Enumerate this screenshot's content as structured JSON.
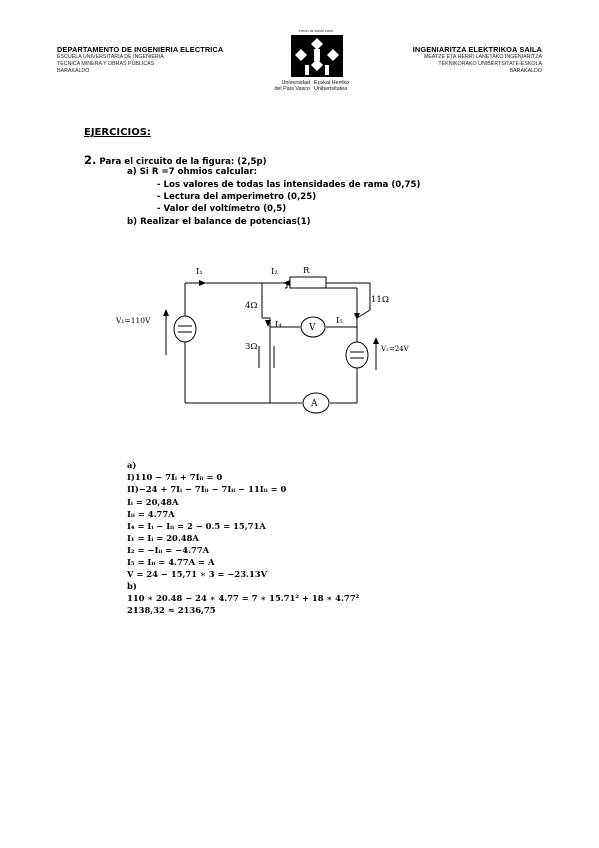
{
  "header": {
    "left": {
      "title": "DEPARTAMENTO DE INGENIERIA ELECTRICA",
      "lines": [
        "ESCUELA UNIVERSITARIA DE INGENIERIA",
        "TECNICA MINERA Y OBRAS PÚBLICAS",
        "BARAKALDO"
      ]
    },
    "logo": {
      "motto": "eman ta zabal zazu",
      "left_caption": [
        "Universidad",
        "del País Vasco"
      ],
      "right_caption": [
        "Euskal Herriko",
        "Unibertsitatea"
      ]
    },
    "right": {
      "title": "INGENIARITZA ELEKTRIKOA SAILA",
      "lines": [
        "MEATZE ETA HERRI LANETAKO INGENIARITZA",
        "TEKNIKORAKO UNIBERTSITATE-ESKOLA",
        "BARAKALDO"
      ]
    }
  },
  "section_title": "EJERCICIOS:",
  "question": {
    "number": "2.",
    "text": "Para el circuito de la figura: (2,5p)",
    "part_a": "a) Si R =7 ohmios calcular:",
    "items": [
      "- Los valores de todas las intensidades de rama (0,75)",
      "- Lectura del amperimetro    (0,25)",
      "- Valor del voltímetro (0,5)"
    ],
    "part_b": "b) Realizar el balance de potencias(1)"
  },
  "circuit": {
    "labels": {
      "i1": "I₁",
      "i2": "I₂",
      "r": "R",
      "r11": "11Ω",
      "r4": "4Ω",
      "r3": "3Ω",
      "i4": "I₄",
      "i5": "I₅",
      "v1": "V₁=110V",
      "v2": "V₂=24V",
      "voltmeter": "V",
      "ammeter": "A"
    }
  },
  "answers": [
    "a)",
    "I)110 − 7Iᵢ + 7Iᵢᵢ = 0",
    "II)−24 + 7Iᵢ − 7Iᵢᵢ − 7Iᵢᵢ − 11Iᵢᵢ = 0",
    "Iᵢ = 20,48A",
    "Iᵢᵢ = 4.77A",
    "I₄ = Iᵢ − Iᵢᵢ = 2 − 0.5 = 15,71A",
    "I₁ = Iᵢ = 20.48A",
    "I₂ = −Iᵢᵢ = −4.77A",
    "I₅ = Iᵢᵢ = 4.77A = A",
    "V = 24 − 15,71 ∗ 3 = −23.13V",
    "b)",
    "110 ∗ 20.48 − 24 ∗ 4.77 = 7 ∗ 15.71² + 18 ∗ 4.77²",
    "2138,32 ≈ 2136,75"
  ]
}
